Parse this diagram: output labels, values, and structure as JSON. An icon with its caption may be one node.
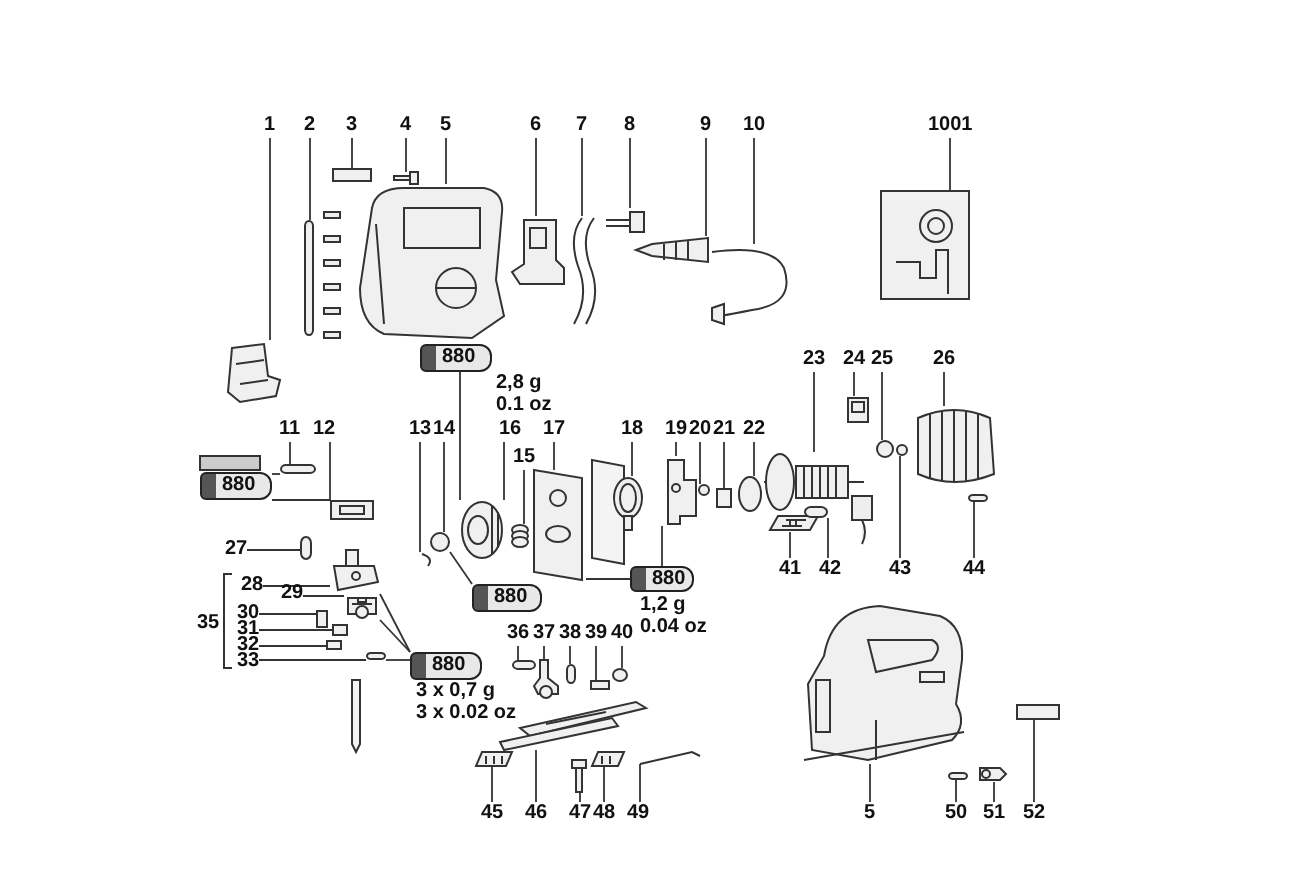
{
  "diagram": {
    "nodes": [
      {
        "text": [
          "1"
        ]
      },
      {
        "text": [],
        "shape": "picture"
      },
      {
        "text": [
          "2"
        ]
      },
      {
        "text": [],
        "shape": "bar"
      },
      {
        "text": [
          "3"
        ]
      },
      {
        "text": [],
        "shape": "box"
      },
      {
        "text": [
          "4"
        ]
      },
      {
        "text": [],
        "shape": "picture"
      },
      {
        "text": [
          "5"
        ]
      },
      {
        "text": [],
        "shape": "picture"
      },
      {
        "text": [
          "6"
        ]
      },
      {
        "text": [],
        "shape": "picture"
      },
      {
        "text": [
          "7"
        ]
      },
      {
        "text": [],
        "shape": "picture"
      },
      {
        "text": [
          "8"
        ]
      },
      {
        "text": [],
        "shape": "picture"
      },
      {
        "text": [
          "9"
        ]
      },
      {
        "text": [],
        "shape": "picture"
      },
      {
        "text": [
          "10"
        ]
      },
      {
        "text": [],
        "shape": "picture"
      },
      {
        "text": [
          "1001"
        ]
      },
      {
        "text": [],
        "shape": "picture"
      },
      {
        "text": [
          "880"
        ],
        "beside": [
          "2,8 g",
          "0.1 oz"
        ]
      },
      {
        "text": [
          "11"
        ]
      },
      {
        "text": [],
        "shape": "bar"
      },
      {
        "text": [
          "12"
        ]
      },
      {
        "text": [],
        "shape": "picture"
      },
      {
        "text": [
          "13"
        ]
      },
      {
        "text": [],
        "shape": "picture"
      },
      {
        "text": [
          "14"
        ]
      },
      {
        "text": [],
        "shape": "circle"
      },
      {
        "text": [
          "16"
        ]
      },
      {
        "text": [],
        "shape": "picture"
      },
      {
        "text": [
          "15"
        ]
      },
      {
        "text": [],
        "shape": "picture"
      },
      {
        "text": [
          "17"
        ]
      },
      {
        "text": [],
        "shape": "picture"
      },
      {
        "text": [
          "18"
        ]
      },
      {
        "text": [],
        "shape": "picture"
      },
      {
        "text": [
          "19"
        ]
      },
      {
        "text": [],
        "shape": "picture"
      },
      {
        "text": [
          "20"
        ]
      },
      {
        "text": [],
        "shape": "circle"
      },
      {
        "text": [
          "21"
        ]
      },
      {
        "text": [],
        "shape": "box"
      },
      {
        "text": [
          "22"
        ]
      },
      {
        "text": [],
        "shape": "circle"
      },
      {
        "text": [
          "23"
        ]
      },
      {
        "text": [],
        "shape": "picture"
      },
      {
        "text": [
          "24"
        ]
      },
      {
        "text": [],
        "shape": "picture"
      },
      {
        "text": [
          "25"
        ]
      },
      {
        "text": [],
        "shape": "circle"
      },
      {
        "text": [
          "26"
        ]
      },
      {
        "text": [],
        "shape": "picture"
      },
      {
        "text": [
          "880"
        ],
        "beside": [
          "1,2 g",
          "0.04 oz"
        ]
      },
      {
        "text": [
          "41"
        ]
      },
      {
        "text": [],
        "shape": "picture"
      },
      {
        "text": [
          "42"
        ]
      },
      {
        "text": [],
        "shape": "bar"
      },
      {
        "text": [
          "43"
        ]
      },
      {
        "text": [],
        "shape": "circle"
      },
      {
        "text": [
          "44"
        ]
      },
      {
        "text": [],
        "shape": "bar"
      },
      {
        "text": [
          "880"
        ]
      },
      {
        "text": [
          "27"
        ]
      },
      {
        "text": [],
        "shape": "bar"
      },
      {
        "text": [
          "28"
        ]
      },
      {
        "text": [],
        "shape": "picture"
      },
      {
        "text": [
          "29"
        ]
      },
      {
        "text": [],
        "shape": "picture"
      },
      {
        "text": [
          "30"
        ]
      },
      {
        "text": [],
        "shape": "box"
      },
      {
        "text": [
          "31"
        ]
      },
      {
        "text": [],
        "shape": "box"
      },
      {
        "text": [
          "32"
        ]
      },
      {
        "text": [],
        "shape": "box"
      },
      {
        "text": [
          "33"
        ]
      },
      {
        "text": [],
        "shape": "bar"
      },
      {
        "text": [
          "880"
        ]
      },
      {
        "text": [
          "880"
        ],
        "beside": [
          "3 x 0,7 g",
          "3 x 0.02 oz"
        ]
      },
      {
        "text": [
          "36"
        ]
      },
      {
        "text": [],
        "shape": "bar"
      },
      {
        "text": [
          "37"
        ]
      },
      {
        "text": [],
        "shape": "picture"
      },
      {
        "text": [
          "38"
        ]
      },
      {
        "text": [],
        "shape": "bar"
      },
      {
        "text": [
          "39"
        ]
      },
      {
        "text": [],
        "shape": "box"
      },
      {
        "text": [
          "40"
        ]
      },
      {
        "text": [],
        "shape": "circle"
      },
      {
        "text": [
          "45"
        ]
      },
      {
        "text": [],
        "shape": "picture"
      },
      {
        "text": [
          "46"
        ]
      },
      {
        "text": [],
        "shape": "picture"
      },
      {
        "text": [
          "47"
        ]
      },
      {
        "text": [],
        "shape": "picture"
      },
      {
        "text": [
          "48"
        ]
      },
      {
        "text": [],
        "shape": "picture"
      },
      {
        "text": [
          "49"
        ]
      },
      {
        "text": [],
        "shape": "picture"
      },
      {
        "text": [
          "5"
        ]
      },
      {
        "text": [],
        "shape": "picture"
      },
      {
        "text": [
          "50"
        ]
      },
      {
        "text": [],
        "shape": "bar"
      },
      {
        "text": [
          "51"
        ]
      },
      {
        "text": [],
        "shape": "picture"
      },
      {
        "text": [
          "52"
        ]
      },
      {
        "text": [],
        "shape": "box"
      }
    ],
    "edges": [
      {
        "from": 0,
        "to": 1,
        "arrow": "none"
      },
      {
        "from": 2,
        "to": 3,
        "arrow": "none"
      },
      {
        "from": 4,
        "to": 5,
        "arrow": "none"
      },
      {
        "from": 6,
        "to": 7,
        "arrow": "none"
      },
      {
        "from": 8,
        "to": 9,
        "arrow": "none"
      },
      {
        "from": 10,
        "to": 11,
        "arrow": "none"
      },
      {
        "from": 12,
        "to": 13,
        "arrow": "none"
      },
      {
        "from": 14,
        "to": 15,
        "arrow": "none"
      },
      {
        "from": 16,
        "to": 17,
        "arrow": "none"
      },
      {
        "from": 18,
        "to": 19,
        "arrow": "none"
      },
      {
        "from": 20,
        "to": 21,
        "arrow": "none"
      },
      {
        "from": 22,
        "to": 32,
        "arrow": "none"
      },
      {
        "from": 23,
        "to": 24,
        "arrow": "none"
      },
      {
        "from": 25,
        "to": 26,
        "arrow": "none"
      },
      {
        "from": 27,
        "to": 28,
        "arrow": "none"
      },
      {
        "from": 29,
        "to": 30,
        "arrow": "none"
      },
      {
        "from": 31,
        "to": 32,
        "arrow": "none"
      },
      {
        "from": 33,
        "to": 34,
        "arrow": "none"
      },
      {
        "from": 35,
        "to": 36,
        "arrow": "none"
      },
      {
        "from": 37,
        "to": 38,
        "arrow": "none"
      },
      {
        "from": 39,
        "to": 40,
        "arrow": "none"
      },
      {
        "from": 41,
        "to": 42,
        "arrow": "none"
      },
      {
        "from": 43,
        "to": 44,
        "arrow": "none"
      },
      {
        "from": 45,
        "to": 46,
        "arrow": "none"
      },
      {
        "from": 47,
        "to": 48,
        "arrow": "none"
      },
      {
        "from": 49,
        "to": 50,
        "arrow": "none"
      },
      {
        "from": 51,
        "to": 52,
        "arrow": "none"
      },
      {
        "from": 53,
        "to": 54,
        "arrow": "none"
      },
      {
        "from": 55,
        "to": 36,
        "arrow": "none"
      },
      {
        "from": 55,
        "to": 40,
        "arrow": "none"
      },
      {
        "from": 56,
        "to": 57,
        "arrow": "none"
      },
      {
        "from": 58,
        "to": 59,
        "arrow": "none"
      },
      {
        "from": 60,
        "to": 61,
        "arrow": "none"
      },
      {
        "from": 62,
        "to": 63,
        "arrow": "none"
      },
      {
        "from": 64,
        "to": 24,
        "arrow": "none"
      },
      {
        "from": 64,
        "to": 26,
        "arrow": "none"
      },
      {
        "from": 65,
        "to": 66,
        "arrow": "none"
      },
      {
        "from": 67,
        "to": 68,
        "arrow": "none"
      },
      {
        "from": 69,
        "to": 70,
        "arrow": "none"
      },
      {
        "from": 71,
        "to": 72,
        "arrow": "none"
      },
      {
        "from": 73,
        "to": 74,
        "arrow": "none"
      },
      {
        "from": 75,
        "to": 76,
        "arrow": "none"
      },
      {
        "from": 77,
        "to": 78,
        "arrow": "none"
      },
      {
        "from": 79,
        "to": 30,
        "arrow": "none"
      },
      {
        "from": 80,
        "to": 68,
        "arrow": "none"
      },
      {
        "from": 80,
        "to": 70,
        "arrow": "none"
      },
      {
        "from": 80,
        "to": 78,
        "arrow": "none"
      },
      {
        "from": 81,
        "to": 82,
        "arrow": "none"
      },
      {
        "from": 83,
        "to": 84,
        "arrow": "none"
      },
      {
        "from": 85,
        "to": 86,
        "arrow": "none"
      },
      {
        "from": 87,
        "to": 88,
        "arrow": "none"
      },
      {
        "from": 89,
        "to": 90,
        "arrow": "none"
      },
      {
        "from": 91,
        "to": 92,
        "arrow": "none"
      },
      {
        "from": 93,
        "to": 94,
        "arrow": "none"
      },
      {
        "from": 95,
        "to": 96,
        "arrow": "none"
      },
      {
        "from": 97,
        "to": 98,
        "arrow": "none"
      },
      {
        "from": 99,
        "to": 100,
        "arrow": "none"
      },
      {
        "from": 101,
        "to": 102,
        "arrow": "none"
      },
      {
        "from": 103,
        "to": 104,
        "arrow": "none"
      },
      {
        "from": 105,
        "to": 106,
        "arrow": "none"
      },
      {
        "from": 107,
        "to": 108,
        "arrow": "none"
      }
    ],
    "labels": [
      "35"
    ]
  }
}
